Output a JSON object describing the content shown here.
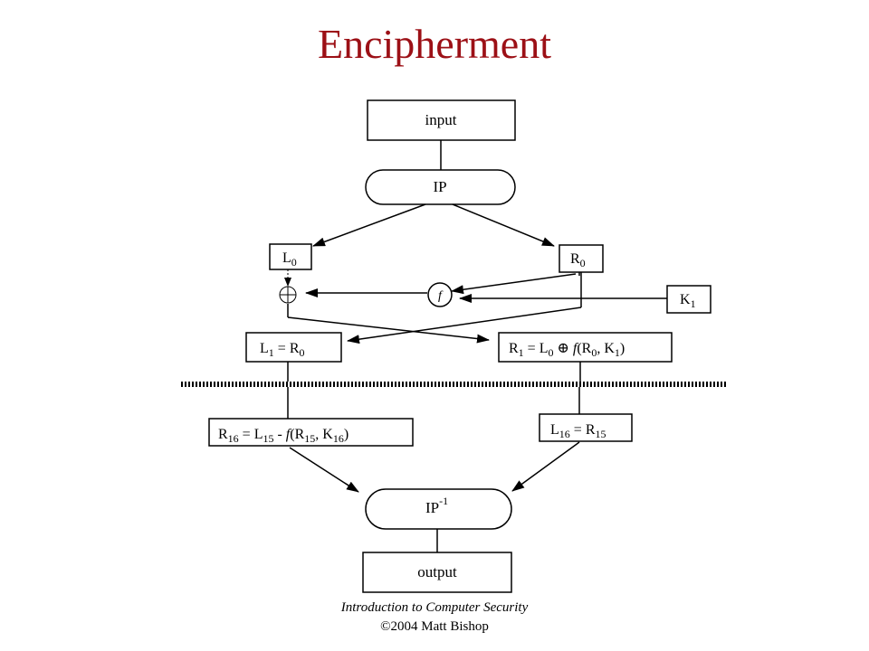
{
  "title": "Encipherment",
  "nodes": {
    "input": "input",
    "ip": "IP",
    "l0": {
      "base": "L",
      "sub": "0"
    },
    "r0": {
      "base": "R",
      "sub": "0"
    },
    "k1": {
      "base": "K",
      "sub": "1"
    },
    "f": "f",
    "xor": "⊕",
    "l1_eq": {
      "a": "L",
      "a_sub": "1",
      "eq": " = ",
      "b": "R",
      "b_sub": "0"
    },
    "r1_eq": {
      "text": "R",
      "sub1": "1",
      "mid": " = L",
      "sub2": "0",
      "op": " ⊕ ",
      "fn": "f",
      "args": "(R",
      "sub3": "0",
      "comma": ", K",
      "sub4": "1",
      "close": ")"
    },
    "r16_eq": {
      "text": "R",
      "sub1": "16",
      "mid": " = L",
      "sub2": "15",
      "op": " - ",
      "fn": "f",
      "args": "(R",
      "sub3": "15",
      "comma": ", K",
      "sub4": "16",
      "close": ")"
    },
    "l16_eq": {
      "a": "L",
      "a_sub": "16",
      "eq": " = ",
      "b": "R",
      "b_sub": "15"
    },
    "ip_inv": {
      "base": "IP",
      "sup": "-1"
    },
    "output": "output"
  },
  "footer": {
    "line1": "Introduction to Computer Security",
    "line2": "©2004 Matt Bishop"
  },
  "colors": {
    "title": "#9c1016",
    "ink": "#000000"
  }
}
